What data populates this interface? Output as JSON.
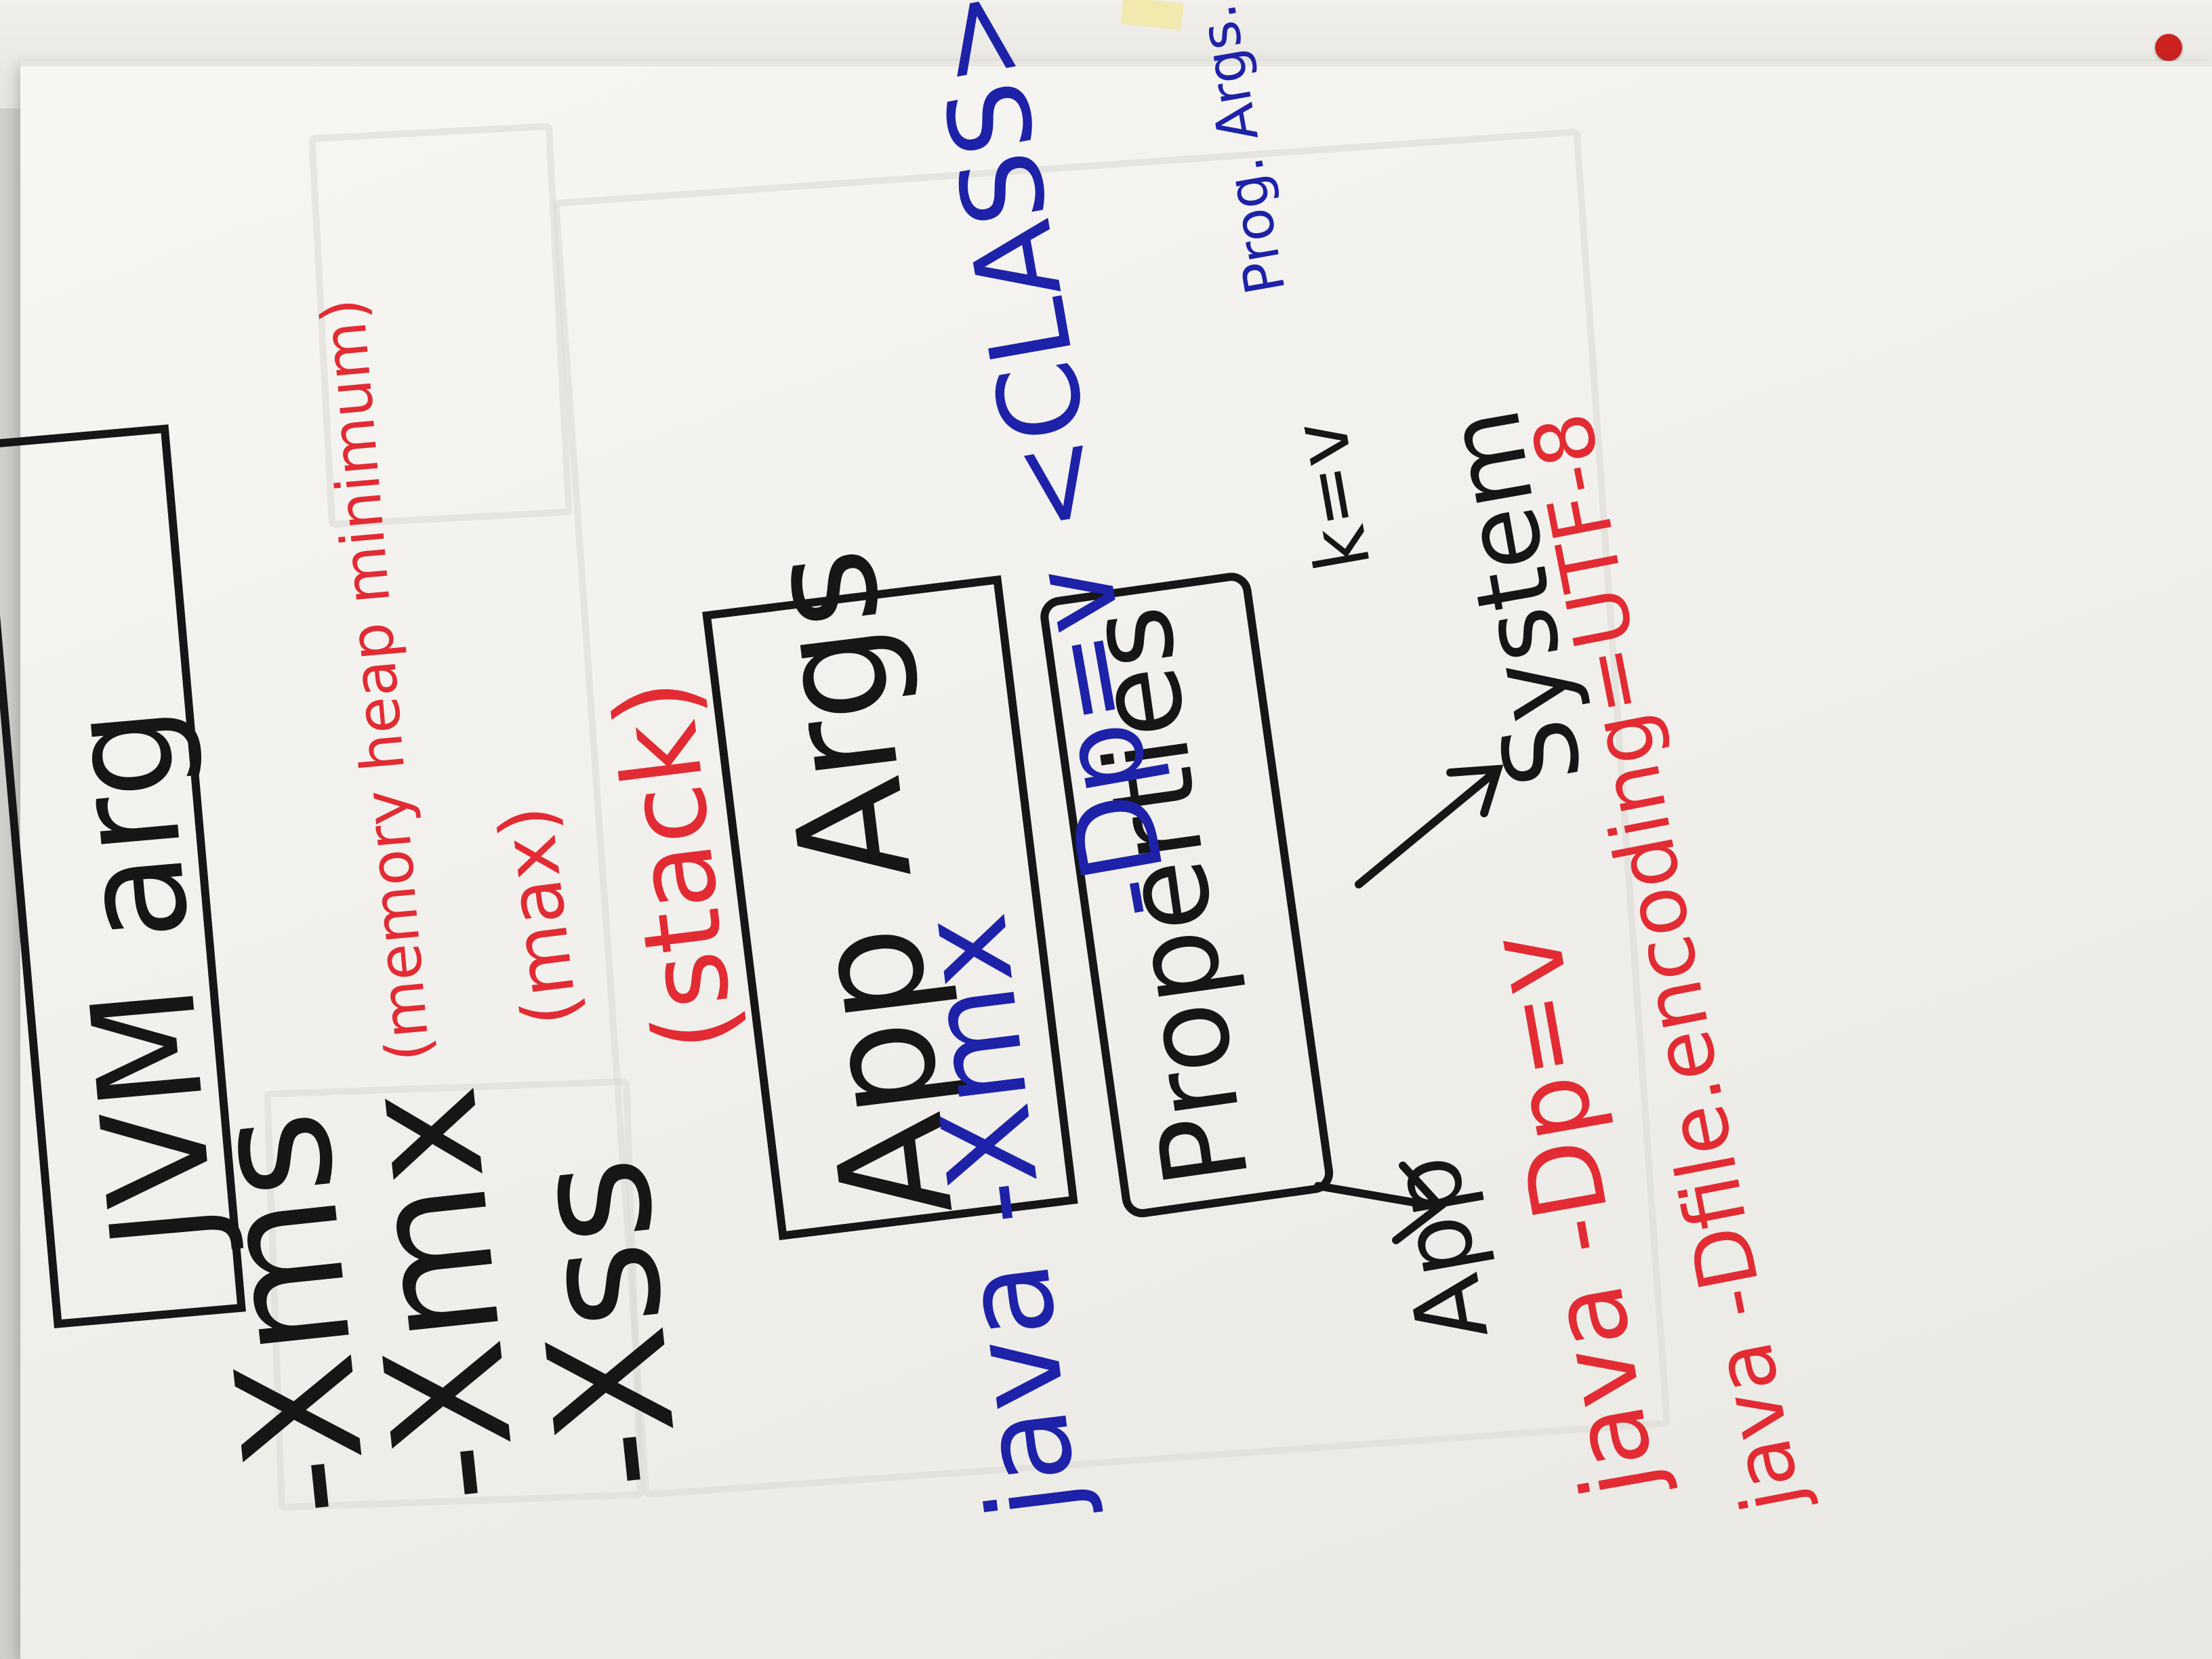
{
  "board": {
    "title": "JVM arg",
    "jvm_flags": [
      {
        "flag": "-Xms",
        "note": "(memory heap minimum)"
      },
      {
        "flag": "-Xmx",
        "note": "(max)"
      },
      {
        "flag": "-Xss",
        "note": "(stack)"
      }
    ],
    "app_args_box": "App Args",
    "properties_box": "Properties",
    "java_xmx_cmd": "java -Xmx",
    "dp_cmd": "-Dp=v <CLASS>",
    "prog_args": "Prog. Args.",
    "kv_label": "k=v",
    "system_label": "System",
    "app_label": "App",
    "example_1": "java -Dp=v",
    "example_2": "java -Dfile.encoding=UTF-8"
  },
  "ink_colors": {
    "black": "#161616",
    "red": "#e22b33",
    "blue": "#1d22a8"
  }
}
